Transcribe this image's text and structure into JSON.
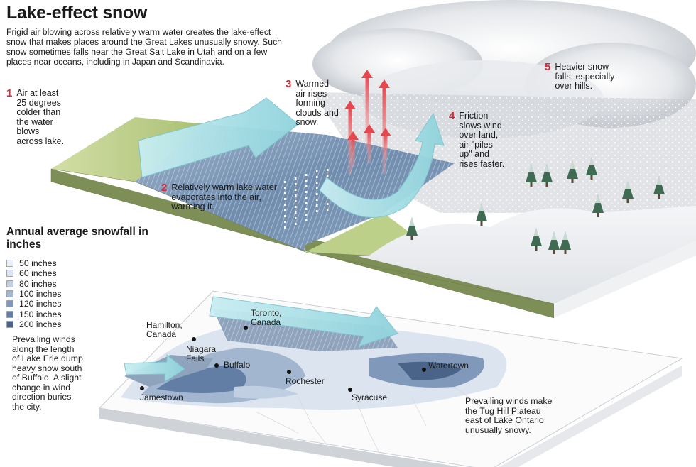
{
  "title": "Lake-effect snow",
  "intro": "Frigid air blowing across relatively warm water creates the lake-effect snow that makes places around the Great Lakes unusually snowy. Such snow sometimes falls near the Great Salt Lake in Utah and on a few places near oceans, including in Japan and Scandinavia.",
  "steps": [
    {
      "num": "1",
      "text": "Air at least 25 degrees colder than the water blows across lake."
    },
    {
      "num": "2",
      "text": "Relatively warm lake water evaporates into the air, warming it."
    },
    {
      "num": "3",
      "text": "Warmed air rises forming clouds and snow."
    },
    {
      "num": "4",
      "text": "Friction slows wind over land, air \"piles up\" and rises faster."
    },
    {
      "num": "5",
      "text": "Heavier snow falls, especially over hills."
    }
  ],
  "legend": {
    "title": "Annual average snowfall in inches",
    "items": [
      {
        "label": "50 inches",
        "color": "#eef2f7"
      },
      {
        "label": "60 inches",
        "color": "#dbe4ef"
      },
      {
        "label": "80 inches",
        "color": "#c0cfe1"
      },
      {
        "label": "100 inches",
        "color": "#a2b6d0"
      },
      {
        "label": "120 inches",
        "color": "#8098ba"
      },
      {
        "label": "150 inches",
        "color": "#637ea4"
      },
      {
        "label": "200 inches",
        "color": "#4a6489"
      }
    ]
  },
  "notes": {
    "erie": "Prevailing winds along the length of Lake Erie dump heavy snow south of Buffalo. A slight change in wind direction buries the city.",
    "ontario": "Prevailing winds make the Tug Hill Plateau east of Lake Ontario unusually snowy."
  },
  "cities": {
    "hamilton": "Hamilton, Canada",
    "toronto": "Toronto, Canada",
    "niagara": "Niagara Falls",
    "buffalo": "Buffalo",
    "rochester": "Rochester",
    "watertown": "Watertown",
    "syracuse": "Syracuse",
    "jamestown": "Jamestown"
  },
  "colors": {
    "step_number": "#d4283a",
    "water": "#6f8cae",
    "land": "#b9cc83",
    "arrow": "#a8dfe6",
    "rising_arrow": "#e5474f"
  }
}
